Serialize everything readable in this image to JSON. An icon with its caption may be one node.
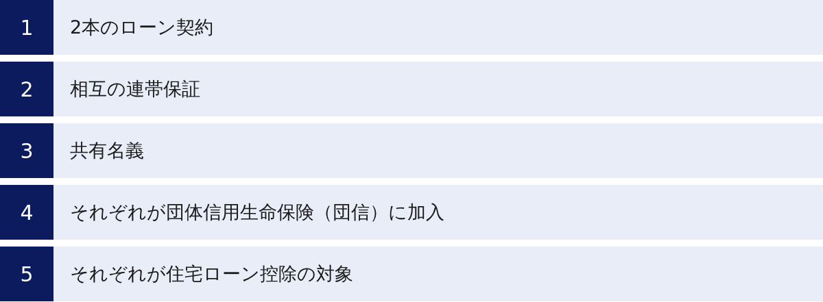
{
  "diagram": {
    "nodes": [
      {
        "text": [
          "1",
          "2本のローン契約"
        ]
      },
      {
        "text": [
          "2",
          "相互の連帯保証"
        ]
      },
      {
        "text": [
          "3",
          "共有名義"
        ]
      },
      {
        "text": [
          "4",
          "それぞれが団体信用生命保険（団信）に加入"
        ]
      },
      {
        "text": [
          "5",
          "それぞれが住宅ローン控除の対象"
        ]
      }
    ],
    "edges": []
  }
}
